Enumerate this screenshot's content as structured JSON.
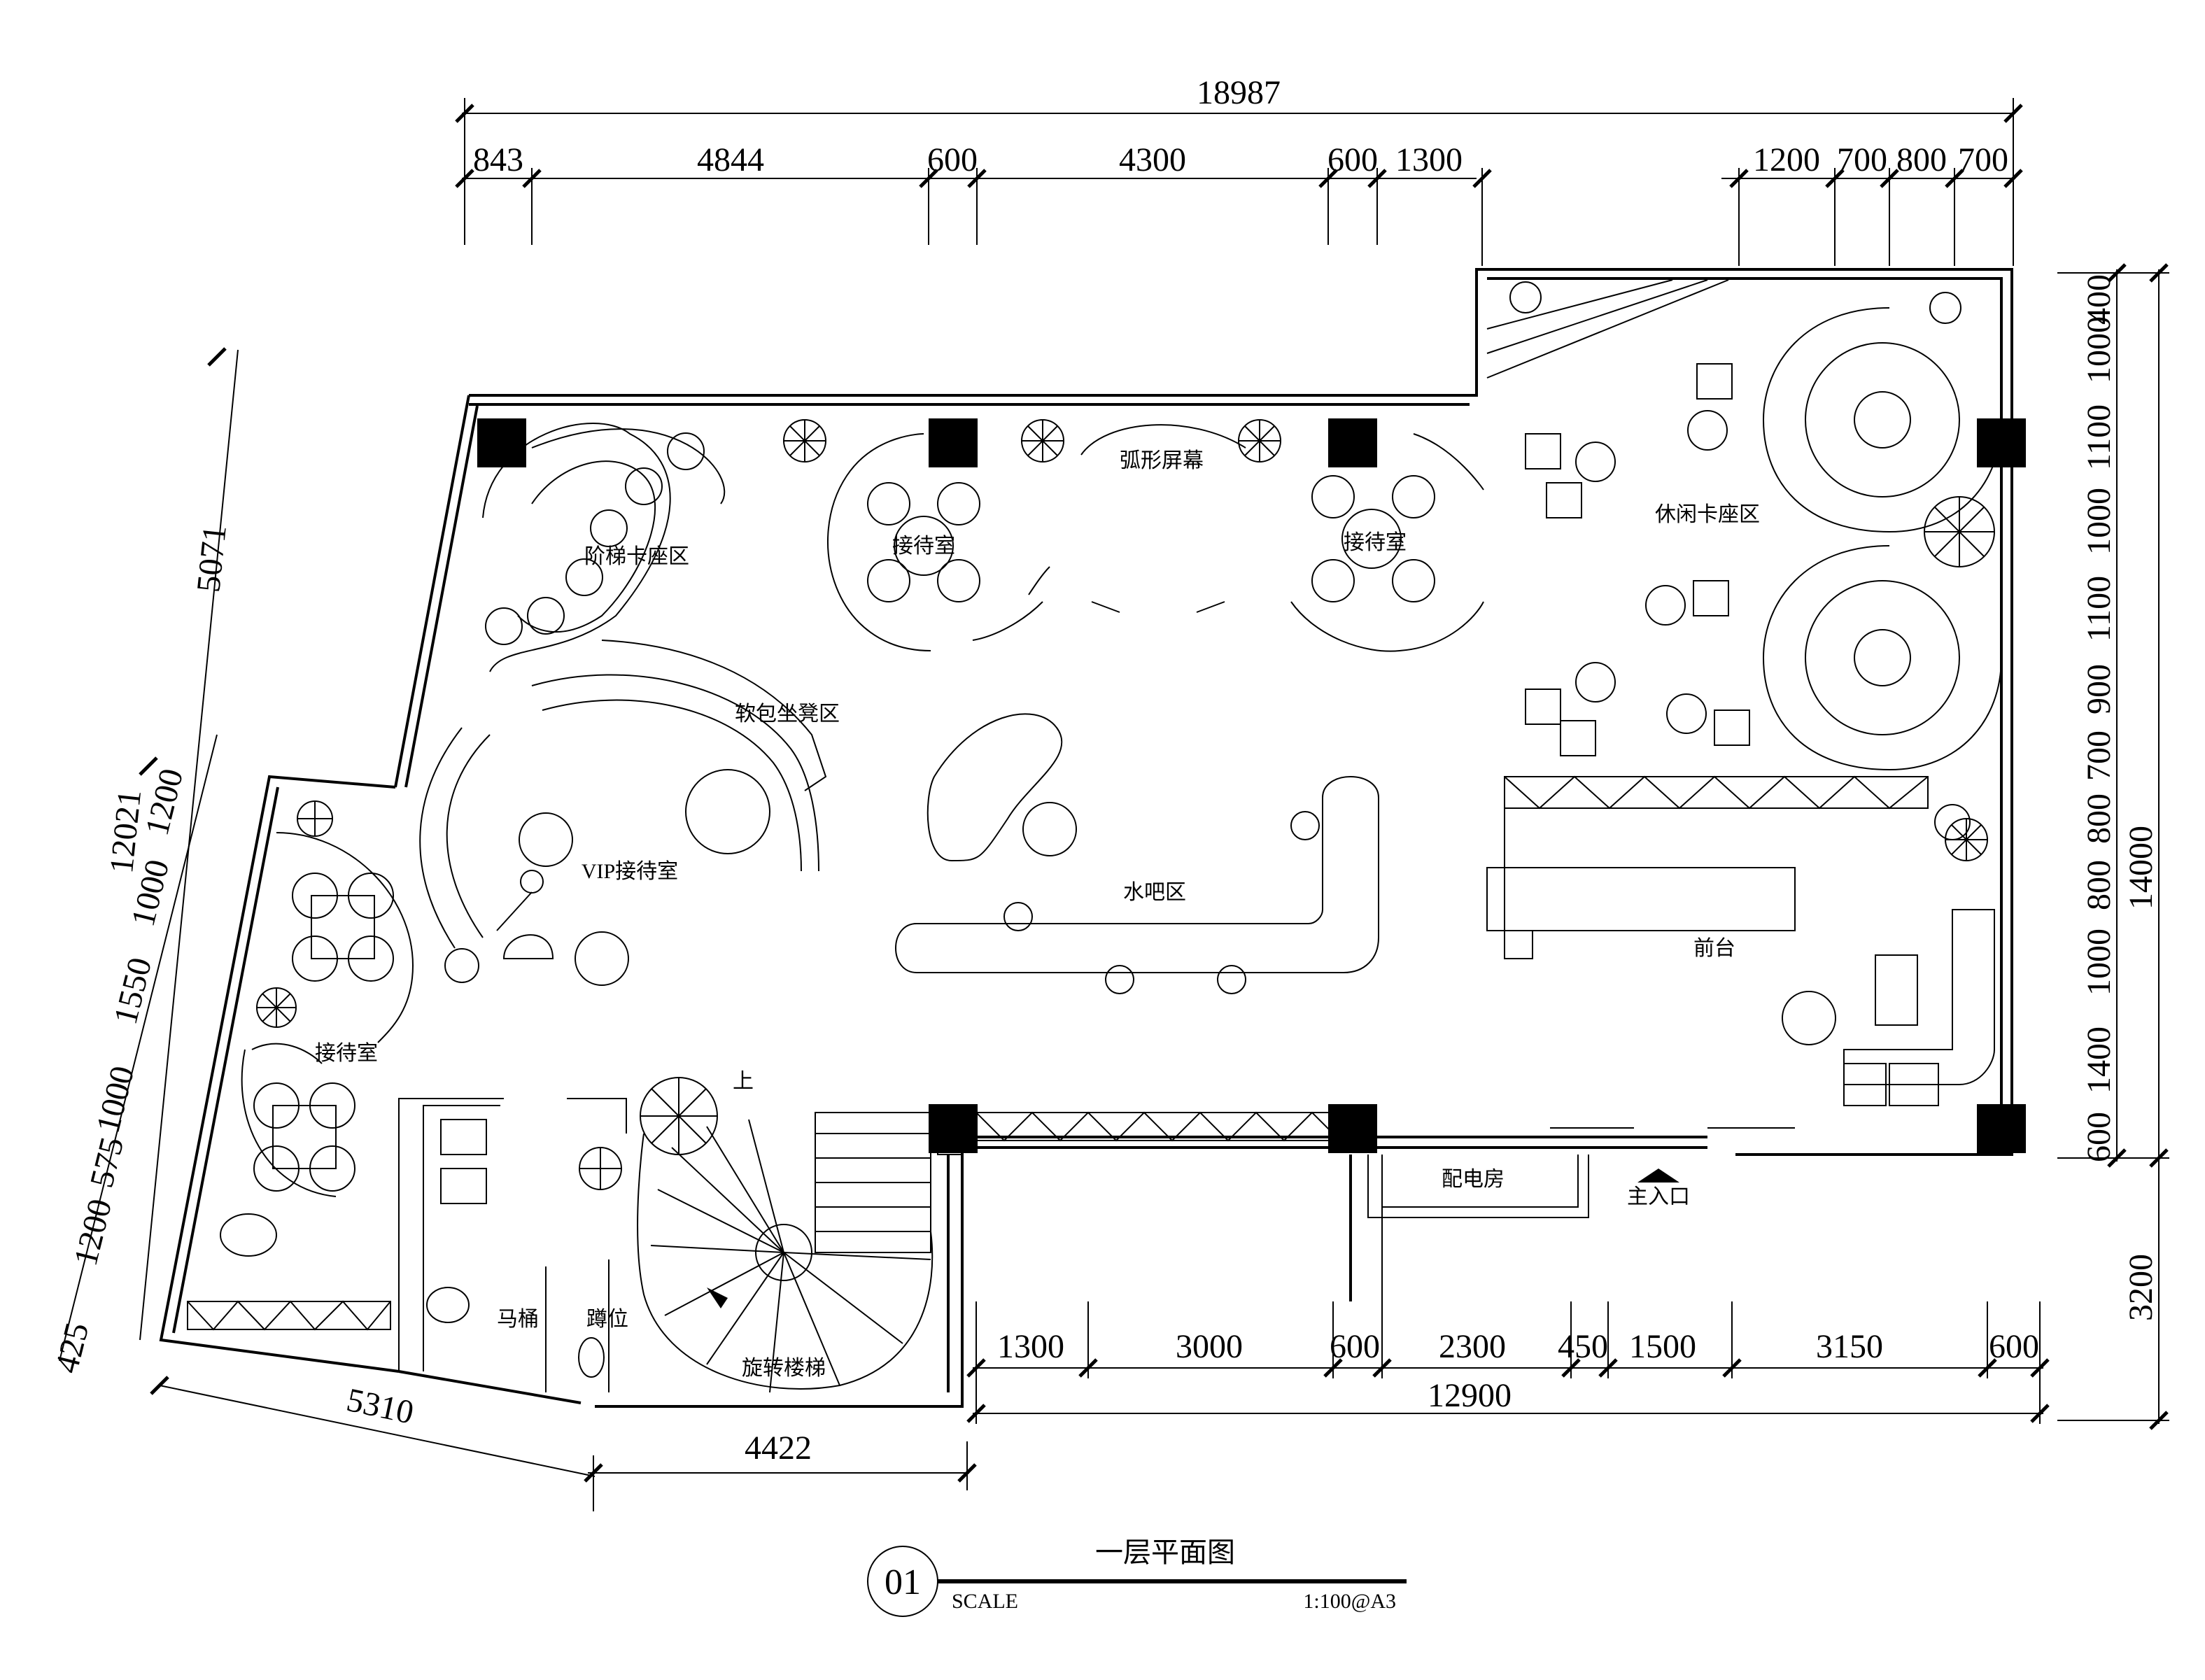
{
  "dimensions": {
    "top_overall": "18987",
    "top_segments": [
      "843",
      "4844",
      "600",
      "4300",
      "600",
      "1300"
    ],
    "top_right_segments": [
      "1200",
      "700",
      "800",
      "700"
    ],
    "right_segments": [
      "400",
      "1000",
      "1100",
      "1000",
      "1100",
      "900",
      "700",
      "800",
      "800",
      "1000",
      "1400",
      "600"
    ],
    "right_overall": "14000",
    "right_lower": "3200",
    "left_overall": "12021",
    "left_upper": "5071",
    "left_segments": [
      "1200",
      "1000",
      "1550",
      "1000",
      "575",
      "1200",
      "425"
    ],
    "bottom_left": "5310",
    "bottom_mid": "4422",
    "bottom_segments": [
      "1300",
      "3000",
      "600",
      "2300",
      "450",
      "1500",
      "3150",
      "600"
    ],
    "bottom_overall": "12900"
  },
  "rooms": {
    "stair_seating": "阶梯卡座区",
    "reception_1": "接待室",
    "arc_screen": "弧形屏幕",
    "reception_2": "接待室",
    "lounge": "休闲卡座区",
    "soft_stool": "软包坐凳区",
    "vip": "VIP接待室",
    "water_bar": "水吧区",
    "front_desk": "前台",
    "reception_3": "接待室",
    "toilet": "马桶",
    "squat": "蹲位",
    "up": "上",
    "spiral_stair": "旋转楼梯",
    "power_room": "配电房",
    "main_entrance": "主入口"
  },
  "title_block": {
    "number": "01",
    "title": "一层平面图",
    "scale_label": "SCALE",
    "scale_value": "1:100@A3"
  }
}
